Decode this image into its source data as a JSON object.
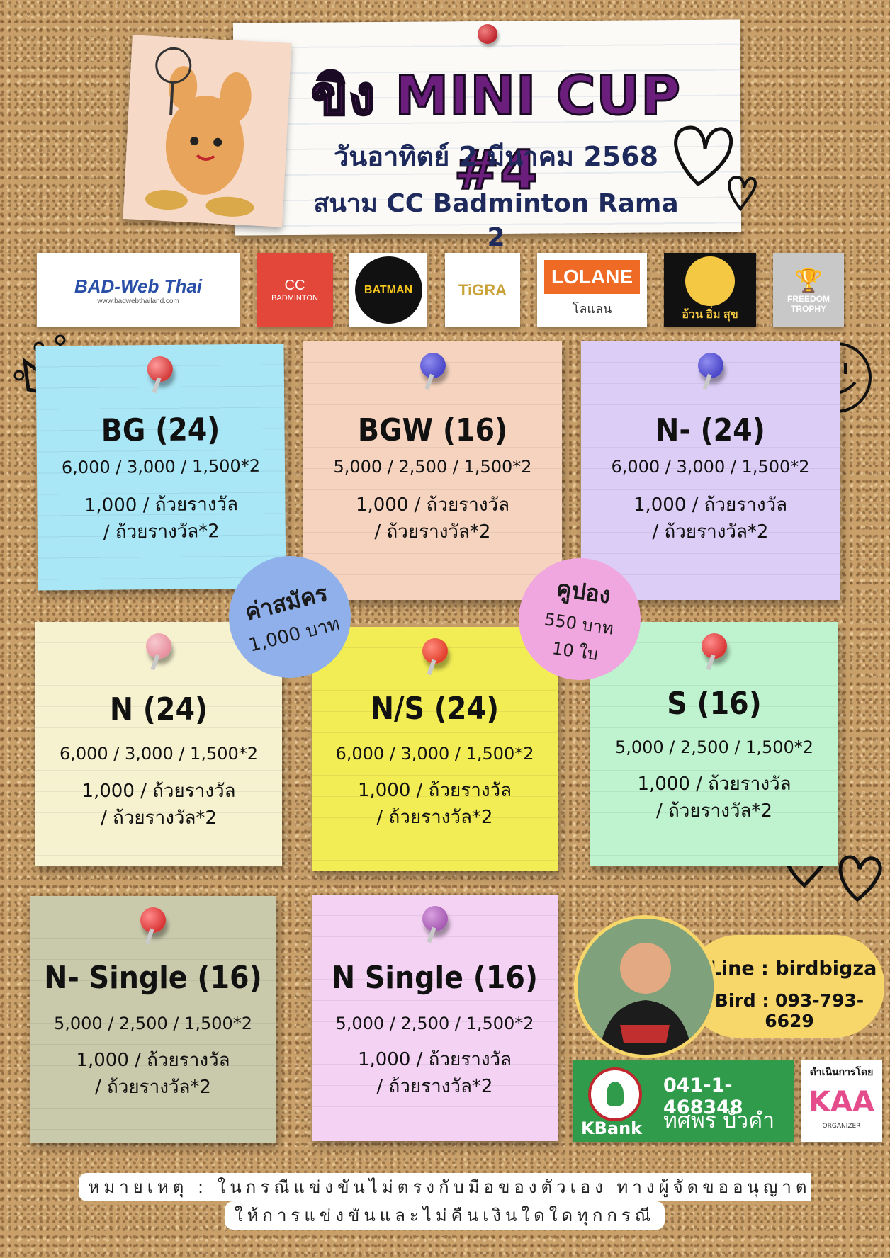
{
  "event": {
    "title": "ขิง MINI CUP #4",
    "date": "วันอาทิตย์ 2 มีนาคม 2568",
    "venue": "สนาม CC Badminton Rama 2"
  },
  "sponsors": {
    "badweb_main": "BAD-Web Thai",
    "badweb_url": "www.badwebthailand.com",
    "cc_line1": "CC",
    "cc_line2": "BADMINTON",
    "batman": "BATMAN",
    "tigra": "TiGRA",
    "lolane_en": "LOLANE",
    "lolane_th": "โลแลน",
    "auan": "อ้วน อิ่ม สุข",
    "freedom_line1": "FREEDOM",
    "freedom_line2": "TROPHY"
  },
  "categories": [
    {
      "name": "BG (24)",
      "prize": "6,000 / 3,000 / 1,500*2",
      "trophy1": "1,000 / ถ้วยรางวัล",
      "trophy2": "/ ถ้วยรางวัล*2"
    },
    {
      "name": "BGW (16)",
      "prize": "5,000 / 2,500 / 1,500*2",
      "trophy1": "1,000 / ถ้วยรางวัล",
      "trophy2": "/ ถ้วยรางวัล*2"
    },
    {
      "name": "N- (24)",
      "prize": "6,000 / 3,000 / 1,500*2",
      "trophy1": "1,000 / ถ้วยรางวัล",
      "trophy2": "/ ถ้วยรางวัล*2"
    },
    {
      "name": "N (24)",
      "prize": "6,000 / 3,000 / 1,500*2",
      "trophy1": "1,000 / ถ้วยรางวัล",
      "trophy2": "/ ถ้วยรางวัล*2"
    },
    {
      "name": "N/S (24)",
      "prize": "6,000 / 3,000 / 1,500*2",
      "trophy1": "1,000 / ถ้วยรางวัล",
      "trophy2": "/ ถ้วยรางวัล*2"
    },
    {
      "name": "S (16)",
      "prize": "5,000 / 2,500 / 1,500*2",
      "trophy1": "1,000 / ถ้วยรางวัล",
      "trophy2": "/ ถ้วยรางวัล*2"
    },
    {
      "name": "N- Single (16)",
      "prize": "5,000 / 2,500 / 1,500*2",
      "trophy1": "1,000 / ถ้วยรางวัล",
      "trophy2": "/ ถ้วยรางวัล*2"
    },
    {
      "name": "N Single (16)",
      "prize": "5,000 / 2,500 / 1,500*2",
      "trophy1": "1,000 / ถ้วยรางวัล",
      "trophy2": "/ ถ้วยรางวัล*2"
    }
  ],
  "fee": {
    "label": "ค่าสมัคร",
    "amount": "1,000 บาท"
  },
  "coupon": {
    "label": "คูปอง",
    "price": "550 บาท",
    "count": "10 ใบ"
  },
  "contact": {
    "line": "Line : birdbigza",
    "phone": "Bird : 093-793-6629"
  },
  "bank": {
    "name": "KBank",
    "account": "041-1-468348",
    "holder": "ทศพร บัวคำ"
  },
  "organizer": {
    "label": "ดำเนินการโดย",
    "logo": "KAA",
    "sub": "ORGANIZER"
  },
  "remark": {
    "line1": "หมายเหตุ : ในกรณีแข่งขันไม่ตรงกับมือของตัวเอง ทางผู้จัดขออนุญาตงด",
    "line2": "ให้การแข่งขันและไม่คืนเงินใดใดทุกกรณี"
  },
  "colors": {
    "note_blue": "#a9e6f6",
    "note_peach": "#f6d3bf",
    "note_lavender": "#dccdf6",
    "note_cream": "#f6f1cf",
    "note_yellow": "#f2ec55",
    "note_mint": "#bff2cf",
    "note_sage": "#c9c9ac",
    "note_pink": "#f4d2f4",
    "fee_circle": "#8fb0ea",
    "coupon_circle": "#f0a6df",
    "title_purple": "#6b1e7c"
  }
}
